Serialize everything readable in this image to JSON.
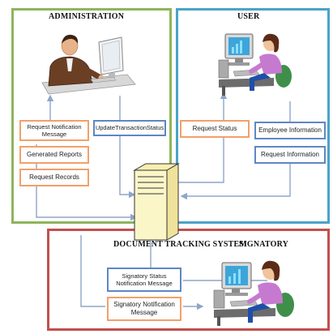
{
  "panels": {
    "administration": {
      "title": "ADMINISTRATION",
      "boxes": {
        "request_notification_message": "Request Notification Message",
        "update_transaction_status": "UpdateTransactionStatus",
        "generated_reports": "Generated Reports",
        "request_records": "Request Records"
      }
    },
    "user": {
      "title": "USER",
      "boxes": {
        "request_status": "Request Status",
        "employee_information": "Employee Information",
        "request_information": "Request Information"
      }
    },
    "signatory": {
      "title_system": "DOCUMENT TRACKING SYSTEM",
      "title_role": "SIGNATORY",
      "boxes": {
        "signatory_status_notification_message": "Signatory Status Notification Message",
        "signatory_notification_message": "Signatory Notification Message"
      }
    }
  },
  "colors": {
    "administration_border": "#8db55a",
    "user_border": "#4aa3c8",
    "signatory_border": "#c0504d",
    "orange_box": "#f2a06a",
    "blue_box": "#5f86c4",
    "arrow": "#8fa6c7",
    "server": "#fbf6c8"
  },
  "icons": [
    "office-worker-illustration",
    "woman-at-computer-illustration",
    "server-illustration"
  ]
}
